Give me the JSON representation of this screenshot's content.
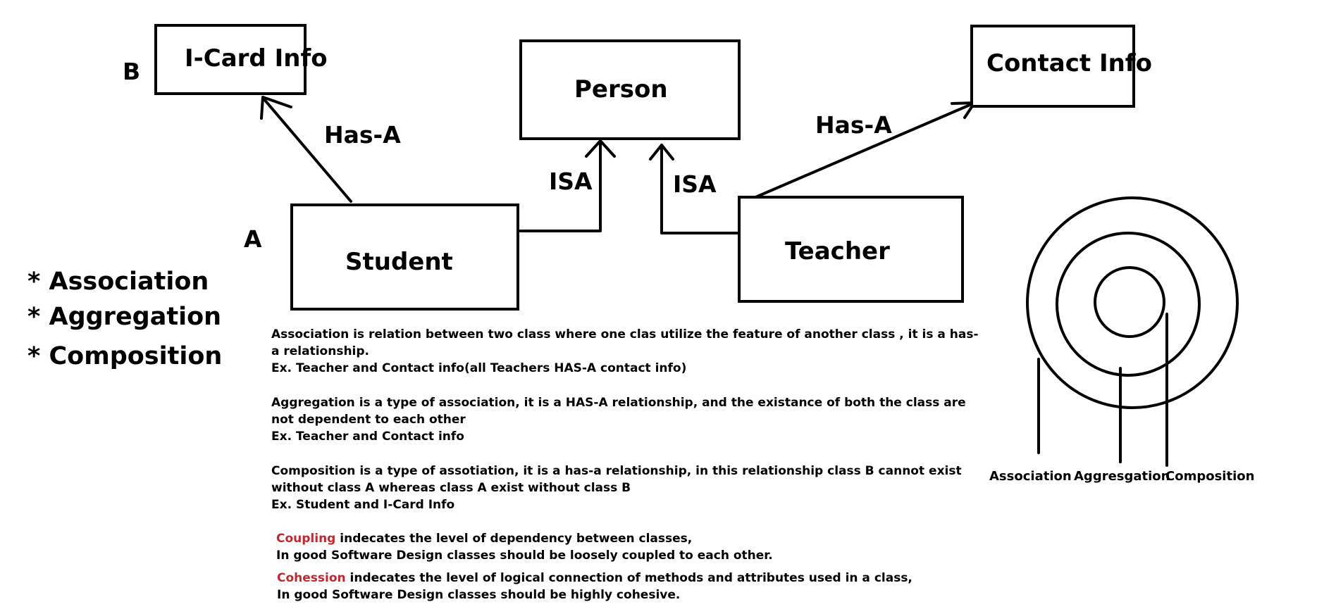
{
  "classes": {
    "icard": "I-Card Info",
    "person": "Person",
    "contact": "Contact Info",
    "student": "Student",
    "teacher": "Teacher"
  },
  "relations": {
    "has_a_left": "Has-A",
    "has_a_right": "Has-A",
    "isa_left": "ISA",
    "isa_right": "ISA"
  },
  "side_labels": {
    "b": "B",
    "a": "A"
  },
  "bullets": [
    "* Association",
    "* Aggregation",
    "* Composition"
  ],
  "notes": {
    "association": [
      "Association is relation between two class where one clas utilize the feature of another class , it is a has-",
      "a relationship.",
      "Ex. Teacher and Contact info(all Teachers HAS-A contact info)"
    ],
    "aggregation": [
      "Aggregation is a type of association, it is a HAS-A  relationship, and the existance of both the class are",
      "not dependent to each other",
      "Ex. Teacher and Contact info"
    ],
    "composition": [
      "Composition is a type of assotiation, it is a has-a relationship, in this relationship class B cannot exist",
      "without class A whereas class A exist without class B",
      "Ex. Student and I-Card Info"
    ],
    "coupling": {
      "term": "Coupling",
      "rest": " indecates the level of dependency between classes,",
      "line2": "In good Software Design classes should be loosely coupled to each other."
    },
    "cohesion": {
      "term": "Cohession",
      "rest": " indecates the level of logical connection of methods and attributes used in a class,",
      "line2": "In good Software Design classes should be highly cohesive."
    }
  },
  "legend": [
    "Association",
    "Aggresgation",
    "Composition"
  ],
  "colors": {
    "ink": "#000000",
    "term": "#c0282e"
  }
}
